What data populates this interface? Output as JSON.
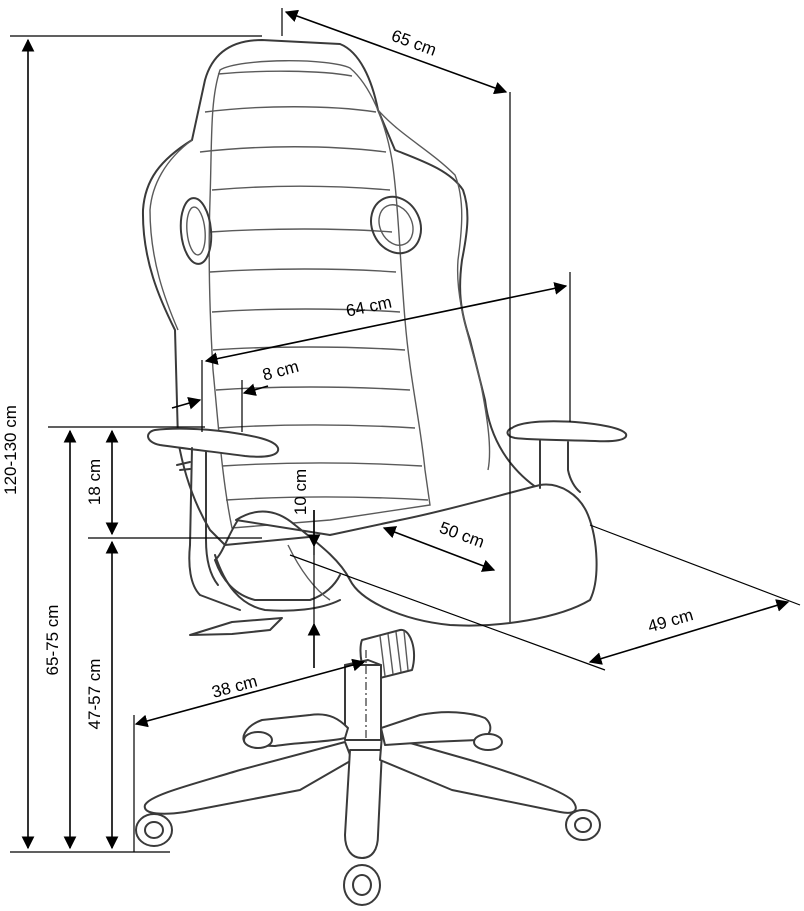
{
  "dimensions": {
    "total_height": "120-130 cm",
    "armrest_height": "65-75 cm",
    "seat_height": "47-57 cm",
    "backrest_to_armrest": "18 cm",
    "seat_thickness": "10 cm",
    "overall_width": "65 cm",
    "armrest_span": "64 cm",
    "armrest_width": "8 cm",
    "seat_depth": "50 cm",
    "seat_width": "49 cm",
    "base_radius": "38 cm"
  },
  "colors": {
    "line": "#000000",
    "outline": "#3a3a3a",
    "background": "#ffffff"
  }
}
